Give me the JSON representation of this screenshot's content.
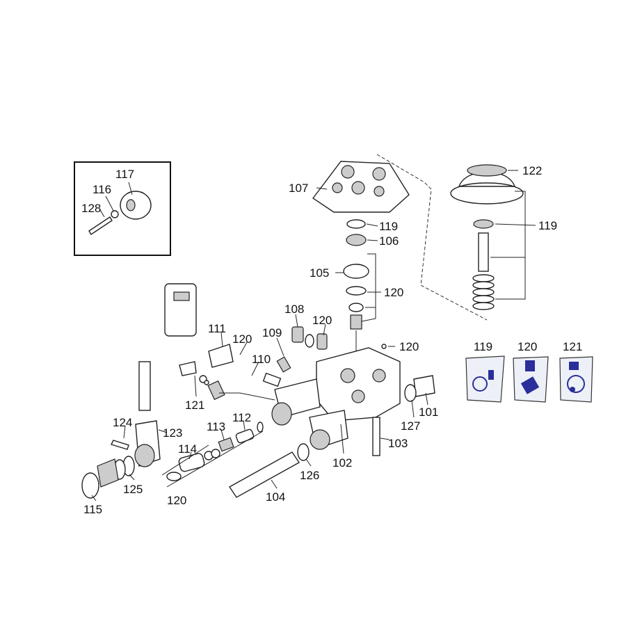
{
  "diagram": {
    "inset_labels": [
      "117",
      "116",
      "128"
    ],
    "labels": {
      "l107": "107",
      "l119a": "119",
      "l106": "106",
      "l105": "105",
      "l120a": "120",
      "l108": "108",
      "l120b": "120",
      "l109": "109",
      "l111": "111",
      "l120c": "120",
      "l110": "110",
      "l120d": "120",
      "l122": "122",
      "l119b": "119",
      "l119kit": "119",
      "l120kit": "120",
      "l121kit": "121",
      "l121": "121",
      "l101": "101",
      "l127": "127",
      "l103": "103",
      "l102": "102",
      "l126": "126",
      "l104": "104",
      "l124": "124",
      "l123": "123",
      "l113": "113",
      "l112": "112",
      "l114": "114",
      "l125": "125",
      "l115": "115",
      "l120e": "120"
    },
    "colors": {
      "kit_accent": "#2a2f9a",
      "line": "#222222"
    }
  }
}
